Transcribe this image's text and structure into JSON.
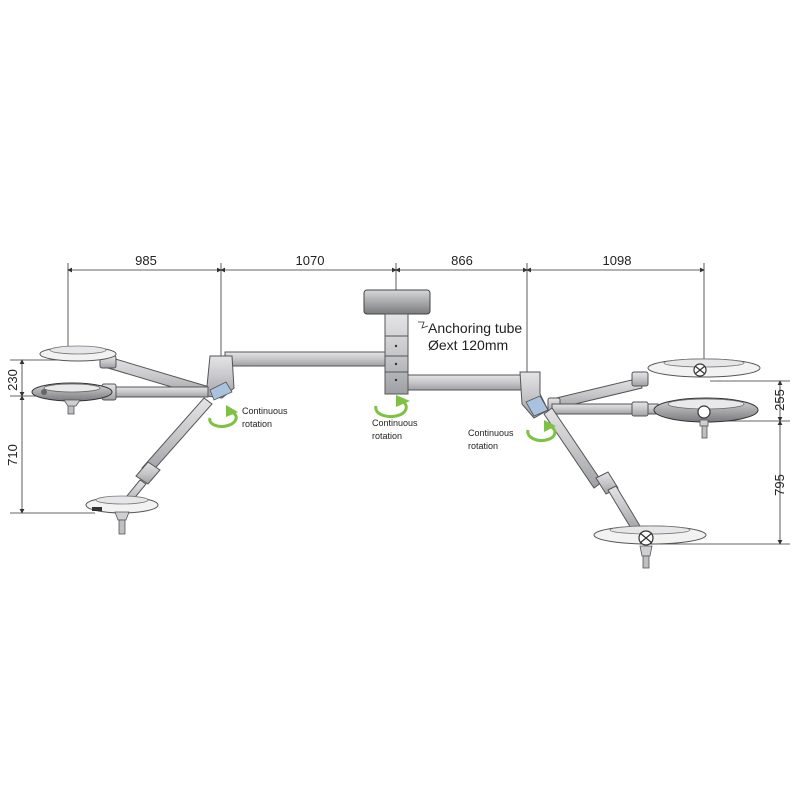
{
  "dimensions": {
    "top": [
      "985",
      "1070",
      "866",
      "1098"
    ],
    "left_upper": "230",
    "left_lower": "710",
    "right_upper": "255",
    "right_lower": "795"
  },
  "labels": {
    "anchor_line1": "Anchoring tube",
    "anchor_line2": "Øext 120mm",
    "rotation_line1": "Continuous",
    "rotation_line2": "rotation"
  },
  "colors": {
    "arm": "#cfcfd2",
    "arm_stroke": "#555555",
    "joint_blue": "#a9c3df",
    "rotation_arrow": "#7dc242",
    "dim_line": "#333333"
  }
}
